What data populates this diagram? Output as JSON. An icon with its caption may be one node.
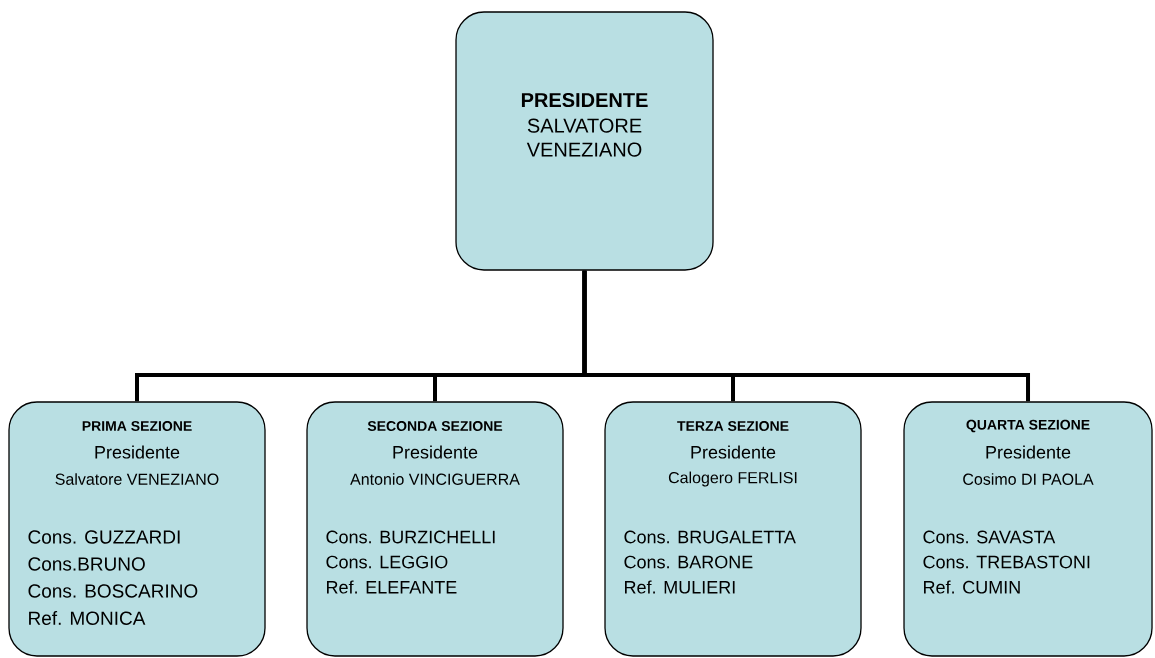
{
  "diagram": {
    "nodes": [
      {
        "text": [
          "PRESIDENTE",
          "SALVATORE VENEZIANO"
        ]
      },
      {
        "text": [
          "PRIMA SEZIONE",
          "Presidente",
          "Salvatore VENEZIANO",
          "Cons. GUZZARDI",
          "Cons.BRUNO",
          "Cons. BOSCARINO",
          "Ref.  MONICA"
        ]
      },
      {
        "text": [
          "SECONDA SEZIONE",
          "Presidente",
          "Antonio VINCIGUERRA",
          "Cons. BURZICHELLI",
          "Cons. LEGGIO",
          "Ref. ELEFANTE"
        ]
      },
      {
        "text": [
          "TERZA SEZIONE",
          "Presidente",
          "Calogero FERLISI",
          "Cons. BRUGALETTA",
          "Cons. BARONE",
          "Ref. MULIERI"
        ]
      },
      {
        "text": [
          "QUARTA SEZIONE",
          "Presidente",
          "Cosimo  DI PAOLA",
          "Cons. SAVASTA",
          "Cons. TREBASTONI",
          "Ref. CUMIN"
        ]
      }
    ],
    "edges": [
      {
        "from": 0,
        "to": 1,
        "arrow": "none"
      },
      {
        "from": 0,
        "to": 2,
        "arrow": "none"
      },
      {
        "from": 0,
        "to": 3,
        "arrow": "none"
      },
      {
        "from": 0,
        "to": 4,
        "arrow": "none"
      }
    ]
  }
}
